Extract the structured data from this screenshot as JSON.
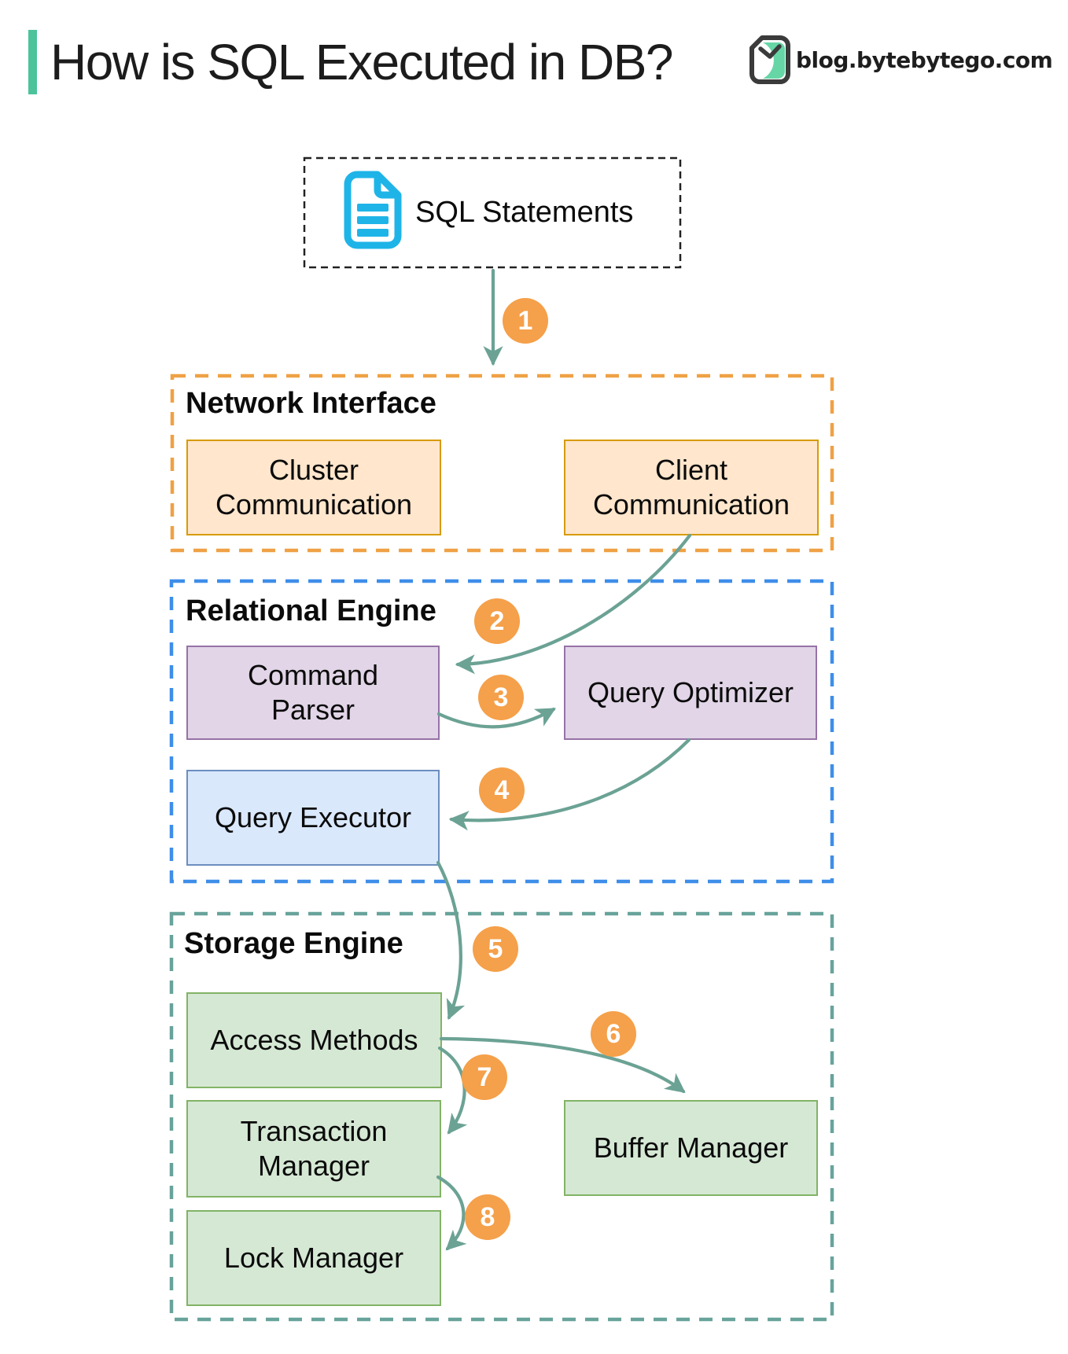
{
  "header": {
    "title": "How is SQL Executed in DB?",
    "brand": "blog.bytebytego.com"
  },
  "source": {
    "label": "SQL Statements",
    "icon": "document-icon"
  },
  "groups": [
    {
      "id": "network-interface",
      "label": "Network Interface"
    },
    {
      "id": "relational-engine",
      "label": "Relational Engine"
    },
    {
      "id": "storage-engine",
      "label": "Storage Engine"
    }
  ],
  "nodes": [
    {
      "id": "cluster-communication",
      "label": "Cluster Communication",
      "group": "network-interface"
    },
    {
      "id": "client-communication",
      "label": "Client Communication",
      "group": "network-interface"
    },
    {
      "id": "command-parser",
      "label": "Command Parser",
      "group": "relational-engine"
    },
    {
      "id": "query-optimizer",
      "label": "Query Optimizer",
      "group": "relational-engine"
    },
    {
      "id": "query-executor",
      "label": "Query Executor",
      "group": "relational-engine"
    },
    {
      "id": "access-methods",
      "label": "Access Methods",
      "group": "storage-engine"
    },
    {
      "id": "transaction-manager",
      "label": "Transaction Manager",
      "group": "storage-engine"
    },
    {
      "id": "buffer-manager",
      "label": "Buffer Manager",
      "group": "storage-engine"
    },
    {
      "id": "lock-manager",
      "label": "Lock Manager",
      "group": "storage-engine"
    }
  ],
  "steps": [
    "1",
    "2",
    "3",
    "4",
    "5",
    "6",
    "7",
    "8"
  ],
  "flow": [
    {
      "step": "1",
      "from": "sql-statements",
      "to": "network-interface"
    },
    {
      "step": "2",
      "from": "client-communication",
      "to": "command-parser"
    },
    {
      "step": "3",
      "from": "command-parser",
      "to": "query-optimizer"
    },
    {
      "step": "4",
      "from": "query-optimizer",
      "to": "query-executor"
    },
    {
      "step": "5",
      "from": "query-executor",
      "to": "access-methods"
    },
    {
      "step": "6",
      "from": "access-methods",
      "to": "buffer-manager"
    },
    {
      "step": "7",
      "from": "access-methods",
      "to": "transaction-manager"
    },
    {
      "step": "8",
      "from": "transaction-manager",
      "to": "lock-manager"
    }
  ],
  "icons": {
    "brand_logo": "bytebytego-logo",
    "sql_document": "document-icon"
  },
  "colors": {
    "accent-bar": "#4cc39a",
    "arrow": "#6ba294",
    "badge": "#f5a04a",
    "badge-text": "#ffffff",
    "sql-icon": "#1fb4e8",
    "sql-border": "#222222",
    "group-network": "#efa145",
    "group-relational": "#3e8ee9",
    "group-storage": "#68a39b",
    "orange-fill": "#ffe6cc",
    "orange-stroke": "#d79b00",
    "purple-fill": "#e1d5e7",
    "purple-stroke": "#9673a6",
    "blue-fill": "#dae8fc",
    "blue-stroke": "#6c8ebf",
    "green-fill": "#d5e8d4",
    "green-stroke": "#82b366",
    "logo-dark": "#3b3b3b",
    "logo-mint": "#67d6a6",
    "text": "#111111"
  }
}
